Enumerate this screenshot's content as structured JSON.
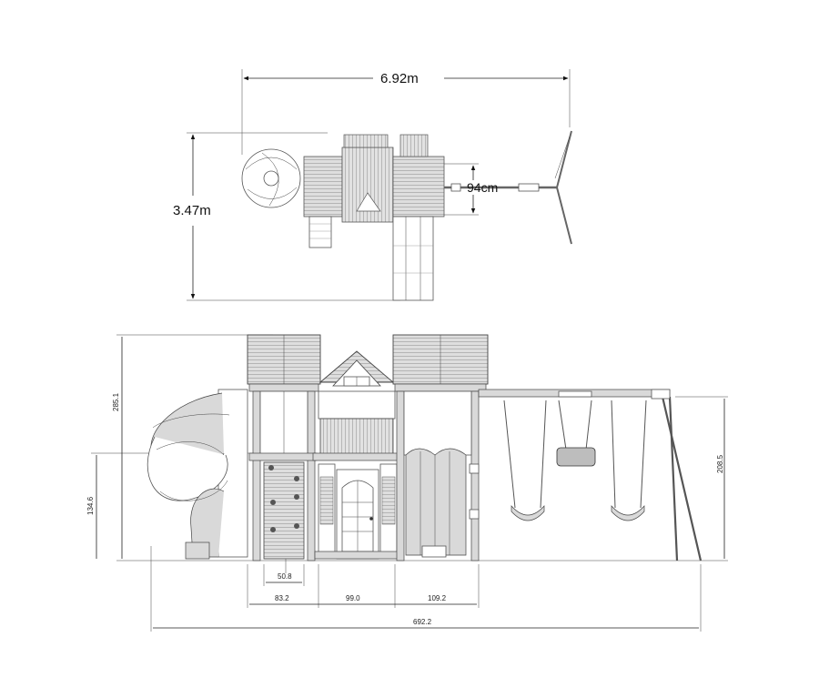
{
  "top_view": {
    "width_label": "6.92m",
    "depth_label": "3.47m",
    "swing_gap_label": "94cm"
  },
  "front_view": {
    "height_total_label": "285.1",
    "deck_height_label": "134.6",
    "swing_height_label": "208.5",
    "step_width_label": "50.8",
    "section_labels": [
      "83.2",
      "99.0",
      "109.2"
    ],
    "overall_width_label": "692.2"
  }
}
